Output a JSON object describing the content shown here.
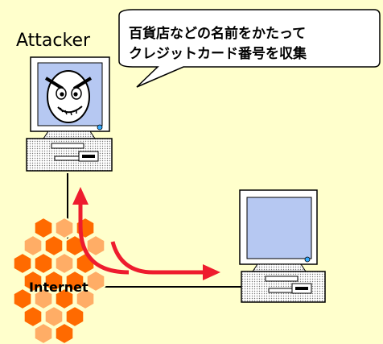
{
  "labels": {
    "attacker": "Attacker",
    "internet": "Internet"
  },
  "speech_bubble": {
    "line1": "百貨店などの名前をかたって",
    "line2": "クレジットカード番号を収集"
  },
  "colors": {
    "background": "#ffffcc",
    "arrow": "#ee1c2e",
    "hex_dark": "#ff6a00",
    "hex_light": "#ffad66",
    "screen": "#b6c8f2",
    "computer_body": "#ffffff"
  },
  "icons": [
    "attacker-computer-icon",
    "victim-computer-icon",
    "internet-hexagon-icon",
    "angry-face-icon"
  ]
}
